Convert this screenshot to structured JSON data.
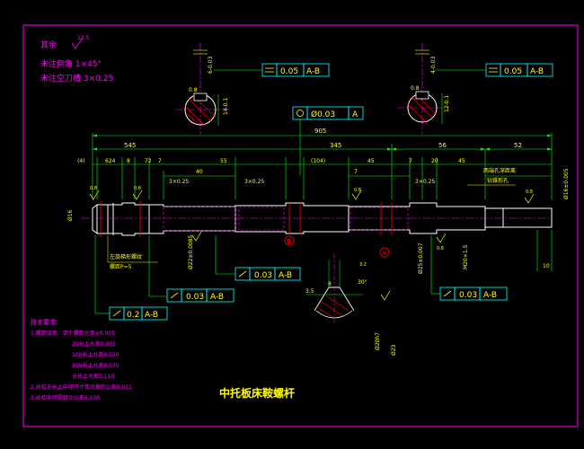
{
  "colors": {
    "frame": "#ff00ff",
    "shaft": "#ffffff",
    "dim": "#00ff00",
    "text_note": "#ff00ff",
    "text_yellow": "#ffff00",
    "section": "#ff0000",
    "center": "#ff00ff",
    "frame_box": "#00ffff"
  },
  "corner_note": {
    "prefix": "其余",
    "roughness": "12.5",
    "line1": "未注倒角 1×45°",
    "line2": "未注空刀槽 3×0.25"
  },
  "tolerance_frames": {
    "top_left": {
      "value": "0.05",
      "datum": "A-B"
    },
    "top_right": {
      "value": "0.05",
      "datum": "A-B"
    },
    "center": {
      "value": "Ø0.03",
      "datum": "A"
    },
    "mid": {
      "value": "0.03",
      "datum": "A-B"
    },
    "lower_left": {
      "value": "0.03",
      "datum": "A-B"
    },
    "bottom_left": {
      "value": "0.2",
      "datum": "A-B"
    },
    "lower_right": {
      "value": "0.03",
      "datum": "A-B"
    }
  },
  "dimensions": {
    "overall": "905",
    "d545": "545",
    "d345": "345",
    "d56": "56",
    "d52": "52",
    "d4": "(4)",
    "d624": "624",
    "d8": "8",
    "d72": "72",
    "d55": "55",
    "d104": "(104)",
    "d45a": "45",
    "d7a": "7",
    "d20": "20",
    "d45b": "45",
    "d7b": "7",
    "d40": "40",
    "d7c": "7",
    "d10": "10"
  },
  "section_labels": {
    "a": "A",
    "b": "B"
  },
  "rough_values": [
    "0.8",
    "0.8",
    "0.8",
    "0.8",
    "0.8",
    "3.2"
  ],
  "callouts": {
    "left_thread": "左旋梯形螺纹",
    "left_thread2": "螺距P=5",
    "right_note1": "两端孔深距离",
    "right_note2": "钻锥形孔",
    "groove_left": "3×0.25",
    "groove_mid": "3×0.25",
    "groove_right": "3×0.25",
    "thread_main": "M20×1.5",
    "dia_left": "Ø16",
    "dia_right": "Ø16±0.005",
    "dia_mid1": "Ø22±0.0085",
    "dia_mid2": "Ø25±0.007",
    "dia_bot": "Ø20h7",
    "dia_bot2": "Ø23"
  },
  "detail": {
    "angle": "30°",
    "val": "3.5",
    "val2": "8"
  },
  "tech_req": {
    "title": "技术要求:",
    "l1": "1.螺距误差：单个螺距允差±0.005",
    "l2": "25长上允差0.035",
    "l3": "100长上允差0.050",
    "l4": "300长上允差0.070",
    "l5": "全长上允差0.110",
    "l6": "2.丝杠全长上中径尺寸变动量的公差0.021",
    "l7": "3.丝杠中径圆跳动公差0.100"
  },
  "title_text": "中托板床鞍螺杆"
}
